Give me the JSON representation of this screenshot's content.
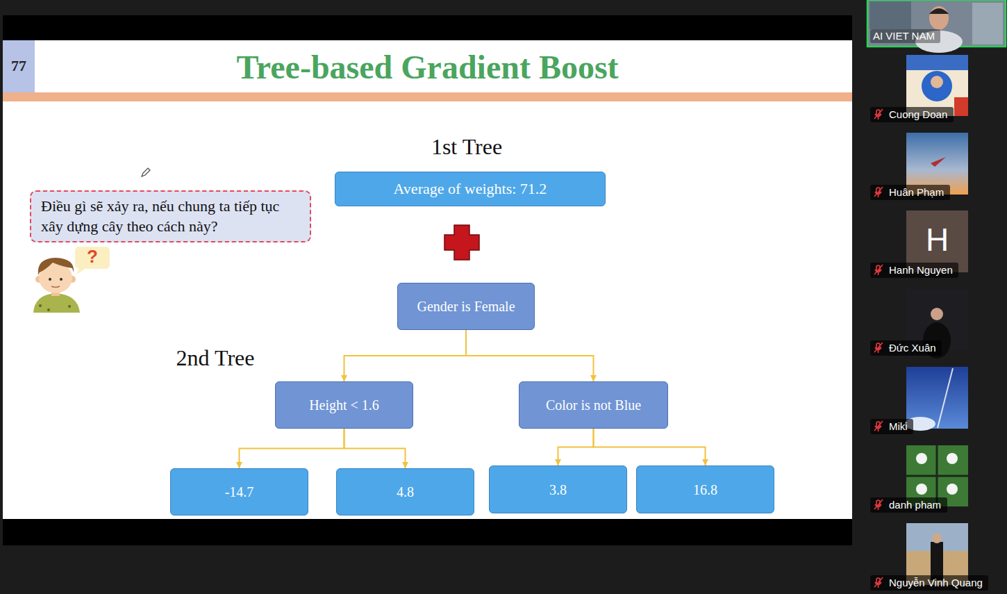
{
  "diagram": {
    "title": "Tree-based Gradient Boost",
    "nodes": [
      {
        "text": [
          "Average of weights: 71.2"
        ]
      },
      {
        "text": [
          "Điều gì sẽ xảy ra, nếu chung ta tiếp tục xây dựng cây theo cách này?"
        ]
      },
      {
        "text": [
          "Gender is Female"
        ]
      },
      {
        "text": [
          "Height < 1.6"
        ]
      },
      {
        "text": [
          "Color is not Blue"
        ]
      },
      {
        "text": [
          "-14.7"
        ]
      },
      {
        "text": [
          "4.8"
        ]
      },
      {
        "text": [
          "3.8"
        ]
      },
      {
        "text": [
          "16.8"
        ]
      },
      {
        "text": [
          "AI VIET NAM"
        ]
      },
      {
        "text": [
          "Cuong Doan"
        ]
      },
      {
        "text": [
          "Huân Phạm"
        ]
      },
      {
        "text": [
          "Hanh Nguyen"
        ]
      },
      {
        "text": [
          "Đức Xuân"
        ]
      },
      {
        "text": [
          "Miki"
        ]
      },
      {
        "text": [
          "danh pham"
        ]
      },
      {
        "text": [
          "Nguyễn Vinh Quang"
        ]
      }
    ],
    "edges": [
      {
        "from": 2,
        "to": 3,
        "arrow": "to"
      },
      {
        "from": 2,
        "to": 4,
        "arrow": "to"
      },
      {
        "from": 3,
        "to": 5,
        "arrow": "to"
      },
      {
        "from": 3,
        "to": 6,
        "arrow": "to"
      },
      {
        "from": 4,
        "to": 7,
        "arrow": "to"
      },
      {
        "from": 4,
        "to": 8,
        "arrow": "to"
      }
    ],
    "labels": [
      "77",
      "1st Tree",
      "?",
      "2nd Tree",
      "H"
    ]
  }
}
